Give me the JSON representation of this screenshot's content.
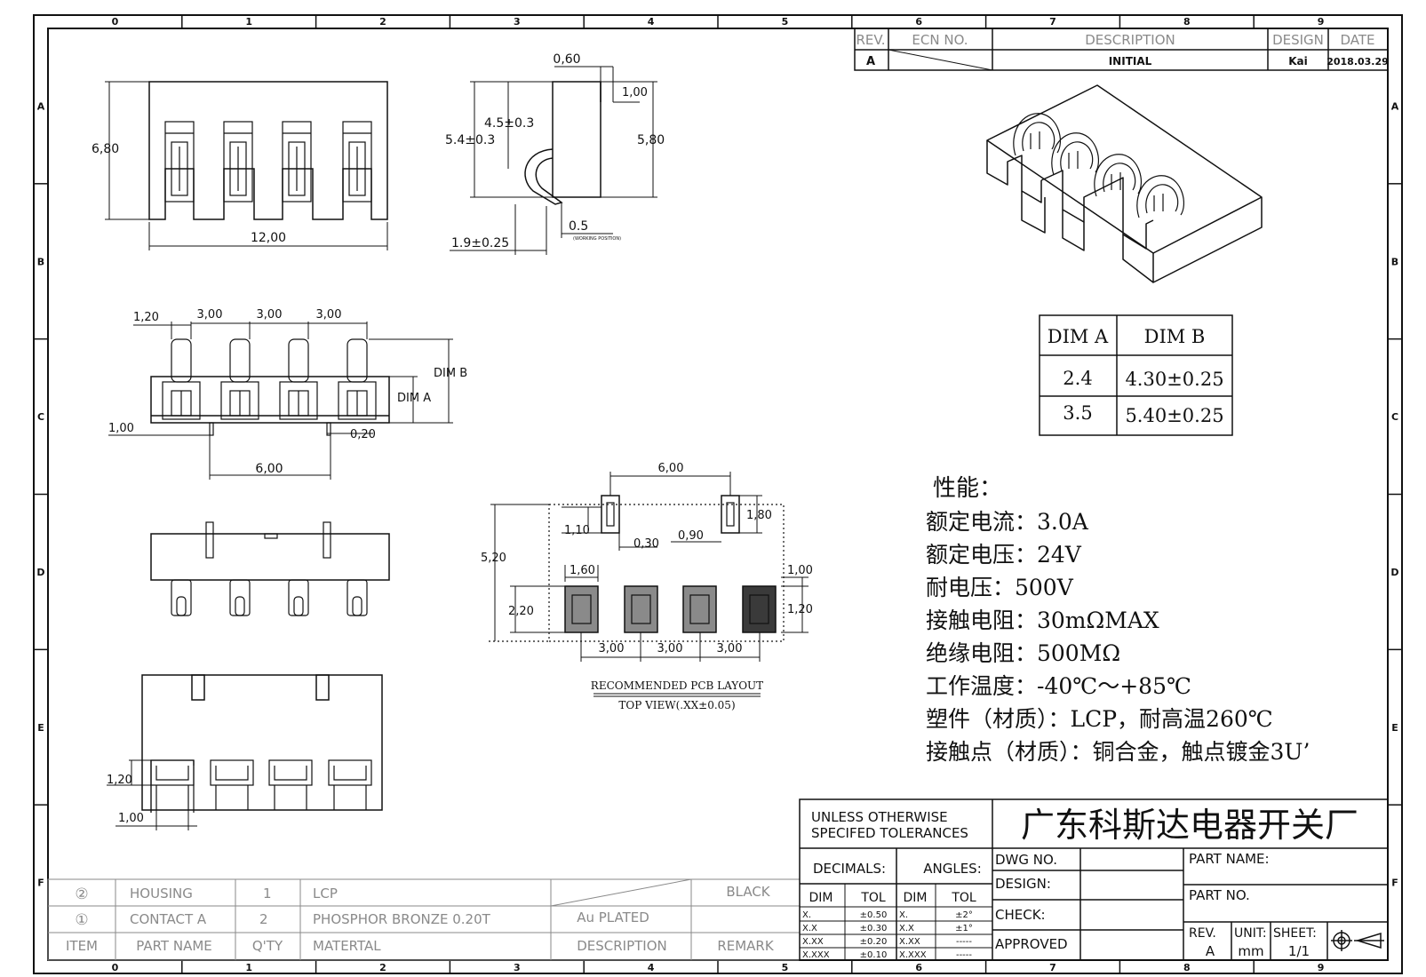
{
  "border": {
    "top_zones": [
      "0",
      "1",
      "2",
      "3",
      "4",
      "5",
      "6",
      "7",
      "8",
      "9"
    ],
    "side_zones": [
      "A",
      "B",
      "C",
      "D",
      "E",
      "F"
    ]
  },
  "revision_block": {
    "headers": {
      "rev": "REV.",
      "ecn": "ECN NO.",
      "description": "DESCRIPTION",
      "design": "DESIGN",
      "date": "DATE"
    },
    "row": {
      "rev": "A",
      "description": "INITIAL",
      "design": "Kai",
      "date": "2018.03.29"
    }
  },
  "front_view": {
    "height": "6,80",
    "width": "12,00"
  },
  "side_view": {
    "dim_top": "0,60",
    "dim_right_top": "1,00",
    "dim_a": "4.5±0.3",
    "dim_b": "5.4±0.3",
    "dim_right": "5,80",
    "dim_tip": "0.5",
    "dim_tip_note": "(WORKING POSITION)",
    "dim_base": "1.9±0.25"
  },
  "top_view": {
    "pin_w": "1,20",
    "pitches": [
      "3,00",
      "3,00",
      "3,00"
    ],
    "dim_b": "DIM B",
    "dim_a": "DIM A",
    "left": "1,00",
    "post": "0,20",
    "post_span": "6,00"
  },
  "bottom_view": {
    "dim_height": "1,20",
    "dim_offset": "1,00"
  },
  "pcb_layout": {
    "top_span": "6,00",
    "slot_h": "1,80",
    "slot_w": "1,10",
    "slot_gap": "0,30",
    "slot_off": "0,90",
    "height": "5,20",
    "pad_w": "1,60",
    "pad_h": "2,20",
    "pad_r1": "1,00",
    "pad_r2": "1,20",
    "pitches": [
      "3,00",
      "3,00",
      "3,00"
    ],
    "caption_title": "RECOMMENDED PCB LAYOUT",
    "caption_sub": "TOP VIEW(.XX±0.05)"
  },
  "dim_table": {
    "headers": [
      "DIM A",
      "DIM B"
    ],
    "rows": [
      [
        "2.4",
        "4.30±0.25"
      ],
      [
        "3.5",
        "5.40±0.25"
      ]
    ]
  },
  "specs": {
    "title": "性能：",
    "lines": [
      "额定电流：3.0A",
      "额定电压：24V",
      "耐电压：500V",
      "接触电阻：30mΩMAX",
      "绝缘电阻：500MΩ",
      "工作温度：-40℃～+85℃",
      "塑件（材质）：LCP，耐高温260℃",
      "接触点（材质）：铜合金，触点镀金3U’"
    ]
  },
  "bom": {
    "rows": [
      {
        "item": "②",
        "name": "HOUSING",
        "qty": "1",
        "material": "LCP",
        "description": "",
        "remark": "BLACK"
      },
      {
        "item": "①",
        "name": "CONTACT A",
        "qty": "2",
        "material": "PHOSPHOR BRONZE 0.20T",
        "description": "Au PLATED",
        "remark": ""
      }
    ],
    "headers": {
      "item": "ITEM",
      "name": "PART NAME",
      "qty": "Q'TY",
      "material": "MATERTAL",
      "description": "DESCRIPTION",
      "remark": "REMARK"
    }
  },
  "title_block": {
    "tolerance_note_1": "UNLESS OTHERWISE",
    "tolerance_note_2": "SPECIFED TOLERANCES",
    "company": "广东科斯达电器开关厂",
    "decimals": "DECIMALS:",
    "angles": "ANGLES:",
    "dim": "DIM",
    "tol": "TOL",
    "decimal_rows": [
      [
        "X.",
        "±0.50"
      ],
      [
        "X.X",
        "±0.30"
      ],
      [
        "X.XX",
        "±0.20"
      ],
      [
        "X.XXX",
        "±0.10"
      ]
    ],
    "angle_rows": [
      [
        "X.",
        "±2°"
      ],
      [
        "X.X",
        "±1°"
      ],
      [
        "X.XX",
        "-----"
      ],
      [
        "X.XXX",
        "-----"
      ]
    ],
    "dwg_no": "DWG NO.",
    "design": "DESIGN:",
    "check": "CHECK:",
    "approved": "APPROVED",
    "part_name": "PART NAME:",
    "part_no": "PART NO.",
    "rev_label": "REV.",
    "rev_value": "A",
    "unit_label": "UNIT:",
    "unit_value": "mm",
    "sheet_label": "SHEET:",
    "sheet_value": "1/1"
  }
}
